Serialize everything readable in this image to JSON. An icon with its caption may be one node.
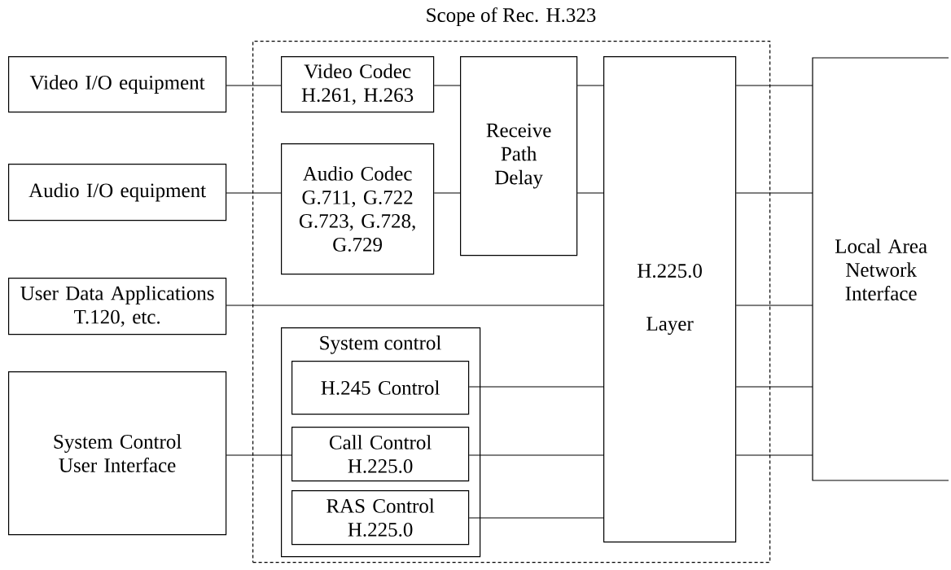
{
  "diagram": {
    "nodes": [
      {
        "text": [
          "Scope of Rec. H.323"
        ]
      },
      {
        "text": [
          "Video I/O equipment"
        ]
      },
      {
        "text": [
          "Audio I/O equipment"
        ]
      },
      {
        "text": [
          "User Data Applications T.120, etc."
        ]
      },
      {
        "text": [
          "System Control User Interface"
        ]
      },
      {
        "text": [
          "Video Codec H.261, H.263"
        ],
        "in": 0
      },
      {
        "text": [
          "Audio Codec G.711, G.722 G.723, G.728, G.729"
        ],
        "in": 0
      },
      {
        "text": [
          "Receive Path Delay"
        ],
        "in": 0
      },
      {
        "text": [
          "H.225.0",
          "Layer"
        ],
        "in": 0
      },
      {
        "text": [
          "System control"
        ],
        "in": 0
      },
      {
        "text": [
          "H.245 Control"
        ],
        "in": 9
      },
      {
        "text": [
          "Call Control H.225.0"
        ],
        "in": 9
      },
      {
        "text": [
          "RAS Control H.225.0"
        ],
        "in": 9
      },
      {
        "text": [
          "Local Area Network Interface"
        ]
      }
    ],
    "edges": [
      {
        "from": 1,
        "to": 5,
        "arrow": "none"
      },
      {
        "from": 5,
        "to": 7,
        "arrow": "none"
      },
      {
        "from": 7,
        "to": 8,
        "arrow": "none"
      },
      {
        "from": 2,
        "to": 6,
        "arrow": "none"
      },
      {
        "from": 6,
        "to": 7,
        "arrow": "none"
      },
      {
        "from": 7,
        "to": 8,
        "arrow": "none"
      },
      {
        "from": 3,
        "to": 8,
        "arrow": "none"
      },
      {
        "from": 4,
        "to": 11,
        "arrow": "none"
      },
      {
        "from": 10,
        "to": 8,
        "arrow": "none"
      },
      {
        "from": 11,
        "to": 8,
        "arrow": "none"
      },
      {
        "from": 12,
        "to": 8,
        "arrow": "none"
      },
      {
        "from": 8,
        "to": 13,
        "arrow": "none"
      },
      {
        "from": 8,
        "to": 13,
        "arrow": "none"
      },
      {
        "from": 8,
        "to": 13,
        "arrow": "none"
      },
      {
        "from": 8,
        "to": 13,
        "arrow": "none"
      },
      {
        "from": 8,
        "to": 13,
        "arrow": "none"
      }
    ]
  }
}
